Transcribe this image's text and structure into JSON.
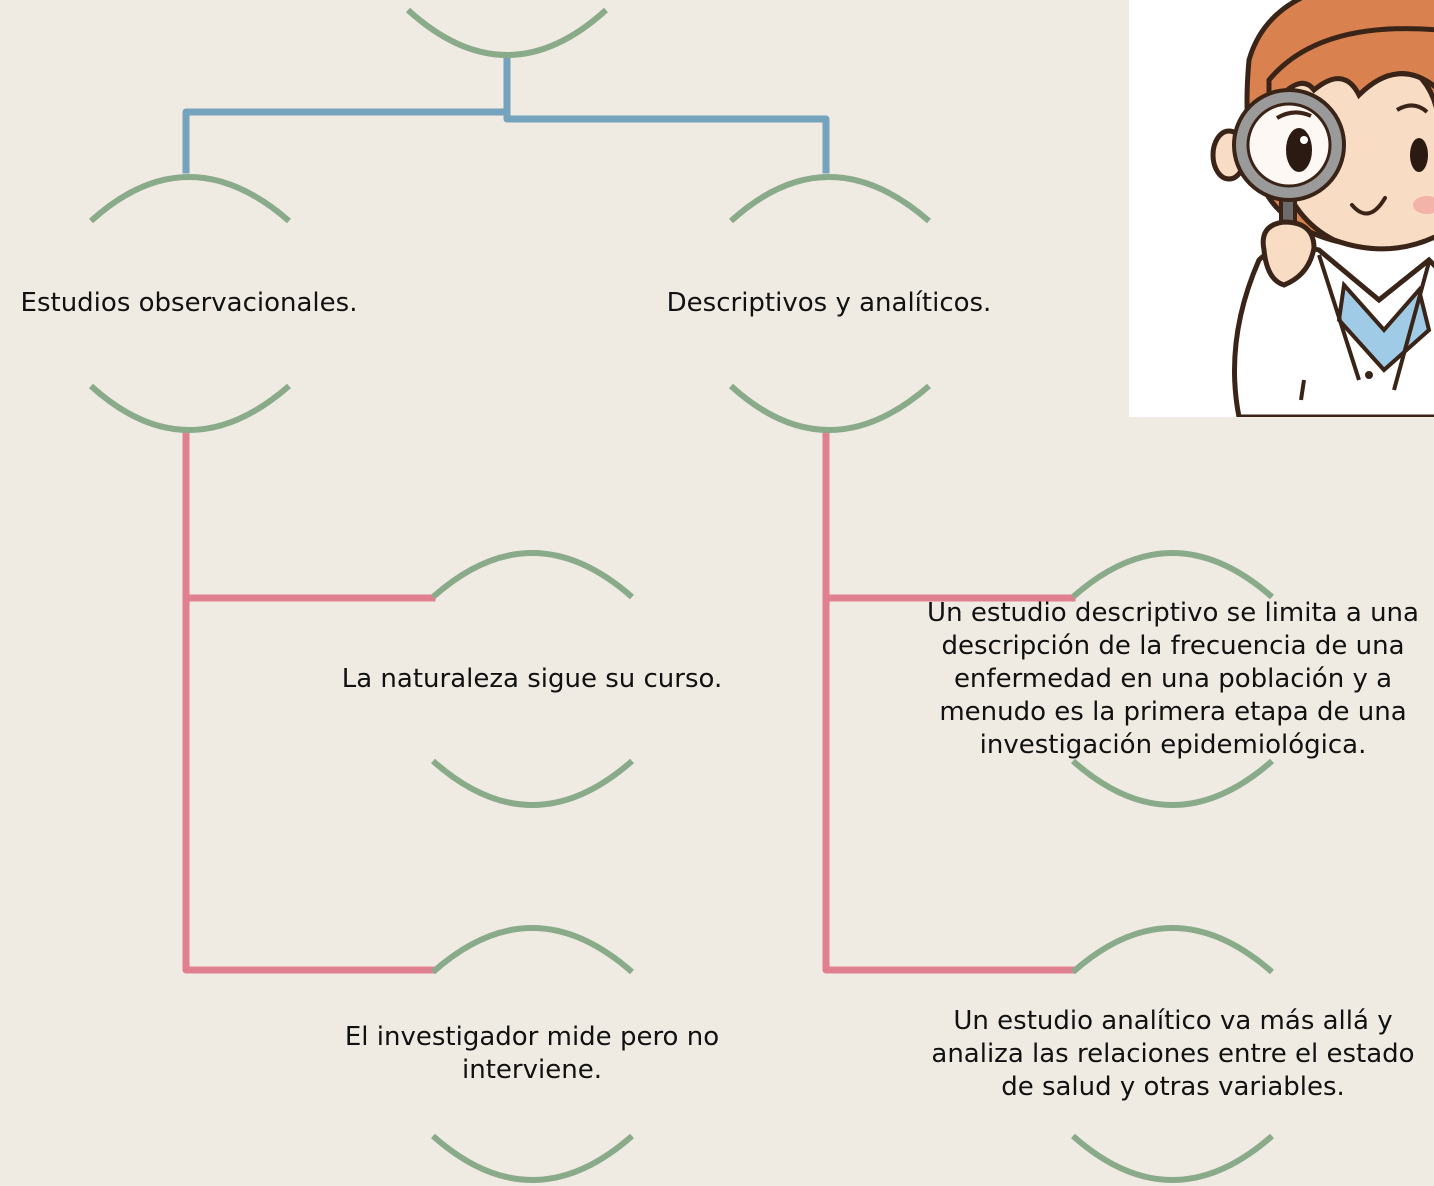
{
  "colors": {
    "background": "#efebe3",
    "arc": "#8aab8a",
    "connector_top": "#75a2bd",
    "connector_lower": "#e07f90",
    "text": "#111111"
  },
  "nodes": {
    "root": {
      "label": ""
    },
    "left": {
      "label": "Estudios observacionales."
    },
    "right": {
      "label": "Descriptivos y analíticos."
    },
    "left_child_1": {
      "label": "La naturaleza sigue su curso."
    },
    "left_child_2": {
      "label": "El investigador mide pero no interviene."
    },
    "right_child_1": {
      "label": "Un estudio descriptivo se limita a una descripción de la frecuencia de una enfermedad en una población y a menudo es la primera etapa de una investigación epidemiológica."
    },
    "right_child_2": {
      "label": "Un estudio analítico va más allá y analiza las relaciones entre el estado de salud y otras variables."
    }
  },
  "illustration": {
    "subject": "cartoon doctor with magnifying glass",
    "icon": "doctor-magnifier-illustration"
  }
}
